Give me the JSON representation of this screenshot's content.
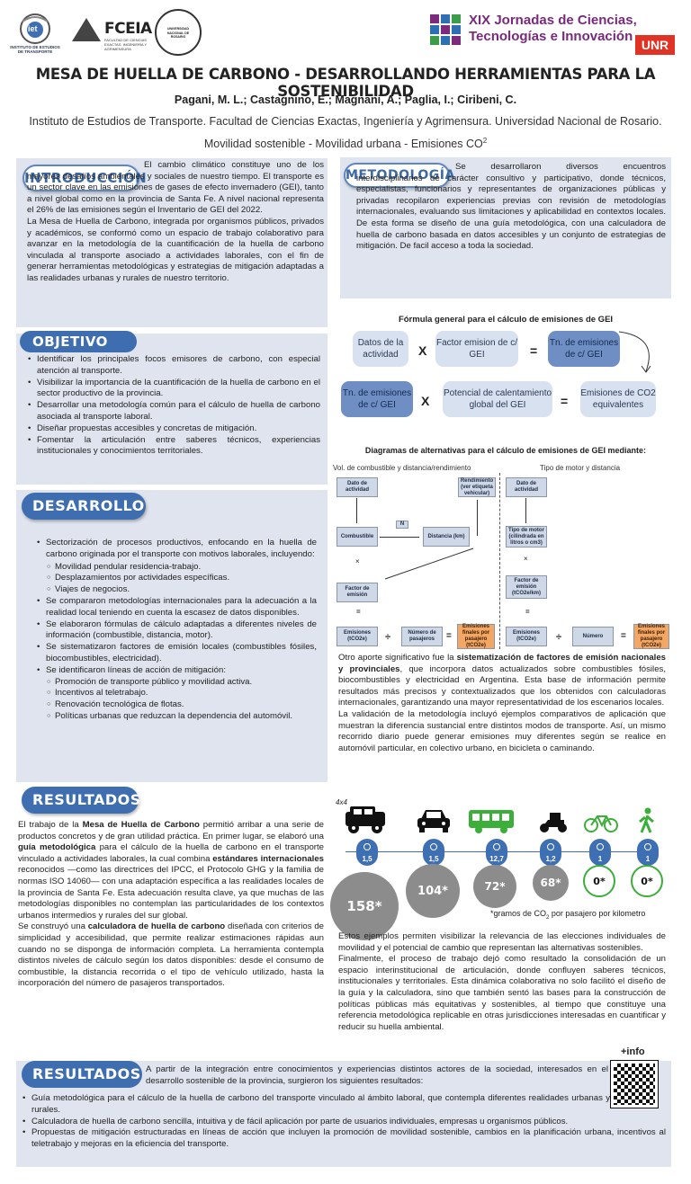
{
  "header": {
    "logo_iet": "iet",
    "logo_iet_caption": "INSTITUTO DE ESTUDIOS DE TRANSPORTE",
    "logo_fceia": "FCEIA",
    "logo_fceia_caption": "FACULTAD DE CIENCIAS EXACTAS, INGENIERÍA Y AGRIMENSURA",
    "logo_unr_seal": "UNIVERSIDAD NACIONAL DE ROSARIO",
    "event_line1": "XIX Jornadas de Ciencias,",
    "event_line2": "Tecnologías e Innovación",
    "unr": "UNR"
  },
  "title": "MESA DE HUELLA DE CARBONO - DESARROLLANDO HERRAMIENTAS PARA LA SOSTENIBILIDAD",
  "authors": "Pagani, M. L.; Castagnino, E.; Magnani, A.; Paglia, I.; Ciribeni, C.",
  "affiliation": "Instituto de Estudios de Transporte. Facultad de Ciencias Exactas, Ingeniería y Agrimensura. Universidad Nacional de Rosario.",
  "keywords": "Movilidad sostenible - Movilidad urbana - Emisiones CO",
  "keywords_sup": "2",
  "intro": {
    "heading": "INTRODUCCIÓN",
    "p1": "El cambio climático constituye uno de los mayores desafíos ambientales y sociales de nuestro tiempo. El transporte es un sector clave en las emisiones de gases de efecto invernadero (GEI), tanto a nivel global como en la provincia de Santa Fe. A nivel nacional representa el 26% de las emisiones según el Inventario de GEI del 2022.",
    "p2": "La Mesa de Huella de Carbono, integrada por organismos públicos, privados y académicos, se conformó como un espacio de trabajo colaborativo para avanzar en la metodología de la cuantificación de la huella de carbono vinculada al transporte asociado a actividades laborales, con el fin de generar herramientas metodológicas y estrategias de mitigación adaptadas a las realidades urbanas y rurales de nuestro territorio."
  },
  "objetivo": {
    "heading": "OBJETIVO",
    "items": [
      "Identificar los principales focos emisores de carbono, con especial atención al transporte.",
      "Visibilizar la importancia de la cuantificación de la huella de carbono en el sector productivo de la provincia.",
      "Desarrollar una metodología común para el cálculo de huella de carbono asociada al transporte laboral.",
      "Diseñar propuestas accesibles y concretas de mitigación.",
      "Fomentar la articulación entre saberes técnicos, experiencias institucionales y conocimientos territoriales."
    ]
  },
  "desarrollo": {
    "heading": "DESARROLLO",
    "b1": "Sectorización de procesos productivos, enfocando en la huella de carbono originada por el transporte con motivos laborales, incluyendo:",
    "b1_sub": [
      "Movilidad pendular residencia-trabajo.",
      "Desplazamientos por actividades específicas.",
      "Viajes de negocios."
    ],
    "b2": "Se compararon metodologías internacionales para la adecuación a la realidad local teniendo en cuenta la escasez de datos disponibles.",
    "b3": "Se elaboraron fórmulas de cálculo adaptadas a diferentes niveles de información (combustible, distancia, motor).",
    "b4": "Se sistematizaron factores de emisión locales (combustibles fósiles, biocombustibles, electricidad).",
    "b5": "Se identificaron líneas de acción de mitigación:",
    "b5_sub": [
      "Promoción de transporte público y movilidad activa.",
      "Incentivos al teletrabajo.",
      "Renovación tecnológica de flotas.",
      "Políticas urbanas que reduzcan la dependencia del automóvil."
    ]
  },
  "resultados": {
    "heading": "RESULTADOS",
    "p1a": "El trabajo de la ",
    "p1b": "Mesa de Huella de Carbono",
    "p1c": " permitió arribar a una serie de productos concretos y de gran utilidad práctica. En primer lugar, se elaboró una ",
    "p1d": "guía metodológica",
    "p1e": " para el cálculo de la huella de carbono en el transporte vinculado a actividades laborales, la cual combina ",
    "p1f": "estándares internacionales",
    "p1g": " reconocidos —como las directrices del IPCC, el Protocolo GHG y la familia de normas ISO 14060— con una adaptación específica a las realidades locales de la provincia de Santa Fe. Esta adecuación resulta clave, ya que muchas de las metodologías disponibles no contemplan las particularidades de los contextos urbanos intermedios y rurales del sur global.",
    "p2a": "Se construyó una ",
    "p2b": "calculadora de huella de carbono",
    "p2c": " diseñada con criterios de simplicidad y accesibilidad, que permite realizar estimaciones rápidas aun cuando no se disponga de información completa. La herramienta contempla distintos niveles de cálculo según los datos disponibles: desde el consumo de combustible, la distancia recorrida o el tipo de vehículo utilizado, hasta la incorporación del número de pasajeros transportados."
  },
  "metodologia": {
    "heading": "METODOLOGÍA",
    "text": "Se desarrollaron diversos encuentros interdisciplinarios de carácter consultivo y participativo, donde técnicos, especialistas, funcionarios y representantes de organizaciones públicas y privadas recopilaron experiencias previas con revisión de metodologías internacionales, evaluando sus limitaciones y aplicabilidad en contextos locales. De esta forma se diseño de una guía metodológica, con una calculadora de huella de carbono basada en datos accesibles y un conjunto de estrategias de mitigación. De facil acceso a toda la sociedad."
  },
  "formula": {
    "title": "Fórmula general para el cálculo de emisiones de GEI",
    "a": "Datos de la actividad",
    "x1": "X",
    "b": "Factor emision de c/ GEI",
    "eq1": "=",
    "c": "Tn. de emisiones de c/ GEI",
    "d": "Tn. de emisiones de c/ GEI",
    "x2": "X",
    "e": "Potencial de calentamiento global del GEI",
    "eq2": "=",
    "f": "Emisiones de CO2 equivalentes"
  },
  "diagram": {
    "title": "Diagramas de alternativas para el cálculo de emisiones de GEI mediante:",
    "left_title": "Vol. de combustible y distancia/rendimiento",
    "right_title": "Tipo de motor y distancia",
    "dato": "Dato de actividad",
    "rend": "Rendimiento (ver etiqueta vehicular)",
    "comb": "Combustible",
    "n": "N",
    "dist": "Distancia (km)",
    "fact": "Factor de emisión",
    "emis": "Emisiones (tCO2e)",
    "npas": "Número de pasajeros",
    "efin": "Emisiones finales por pasajero (tCO2e)",
    "dato2": "Dato de actividad",
    "tipo": "Tipo de motor (cilindrada en litros o cm3)",
    "fact2": "Factor de emisión (tCO2e/km)",
    "emis2": "Emisiones (tCO2e)",
    "num2": "Número",
    "efin2": "Emisiones finales por pasajero (tCO2e)",
    "times": "×",
    "div": "÷",
    "equals": "="
  },
  "factores": {
    "p1a": "Otro aporte significativo fue la ",
    "p1b": "sistematización de factores de emisión nacionales y provinciales",
    "p1c": ", que incorpora datos actualizados sobre combustibles fósiles, biocombustibles y electricidad en Argentina. Esta base de información permite resultados más precisos y contextualizados que los obtenidos con calculadoras internacionales, garantizando una mayor representatividad de los escenarios locales.",
    "p2": "La validación de la metodología incluyó ejemplos comparativos de aplicación que muestran la diferencia sustancial entre distintos modos de transporte. Así, un mismo recorrido diario puede generar emisiones muy diferentes según se realice en automóvil particular, en colectivo urbano, en bicicleta o caminando."
  },
  "modes": [
    {
      "icon": "4x4-icon",
      "label": "4x4",
      "pas": "1,5",
      "em": "158*"
    },
    {
      "icon": "car-icon",
      "pas": "1,5",
      "em": "104*"
    },
    {
      "icon": "bus-icon",
      "pas": "12,7",
      "em": "72*"
    },
    {
      "icon": "moto-icon",
      "pas": "1,2",
      "em": "68*"
    },
    {
      "icon": "bike-icon",
      "pas": "1",
      "em": "0*"
    },
    {
      "icon": "walk-icon",
      "pas": "1",
      "em": "0*"
    }
  ],
  "modes_note": "*gramos de CO",
  "modes_note_sub": "2",
  "modes_note_end": " por pasajero por kilometro",
  "conclusion": {
    "p1": "Estos ejemplos permiten visibilizar la relevancia de las elecciones individuales de movilidad y el potencial de cambio que representan las alternativas sostenibles.",
    "p2": "Finalmente, el proceso de trabajo dejó como resultado la consolidación de un espacio interinstitucional de articulación, donde confluyen saberes técnicos, institucionales y territoriales. Esta dinámica colaborativa no solo facilitó el diseño de la guía y la calculadora, sino que también sentó las bases para la construcción de políticas públicas más equitativas y sostenibles, al tiempo que constituye una referencia metodológica replicable en otras jurisdicciones interesadas en cuantificar y reducir su huella ambiental."
  },
  "info": "+info",
  "res2": {
    "heading": "RESULTADOS",
    "lead": "A partir de la integración entre conocimientos y experiencias distintos actores de la sociedad, interesados en el desarrollo sostenible de la provincia, surgieron los siguientes resultados:",
    "items": [
      "Guía metodológica para el cálculo de la huella de carbono del transporte vinculado al ámbito laboral, que contempla diferentes realidades urbanas y rurales.",
      "Calculadora de huella de carbono sencilla, intuitiva y de fácil aplicación por parte de usuarios individuales, empresas u organismos públicos.",
      "Propuestas de mitigación estructuradas en líneas de acción que incluyen la promoción de movilidad sostenible, cambios en la planificación urbana, incentivos al teletrabajo y mejoras en la eficiencia del transporte."
    ]
  },
  "colors": {
    "accent": "#3f6eb0",
    "panel": "#dfe4ee",
    "orange": "#f4a663",
    "red": "#e03325"
  }
}
